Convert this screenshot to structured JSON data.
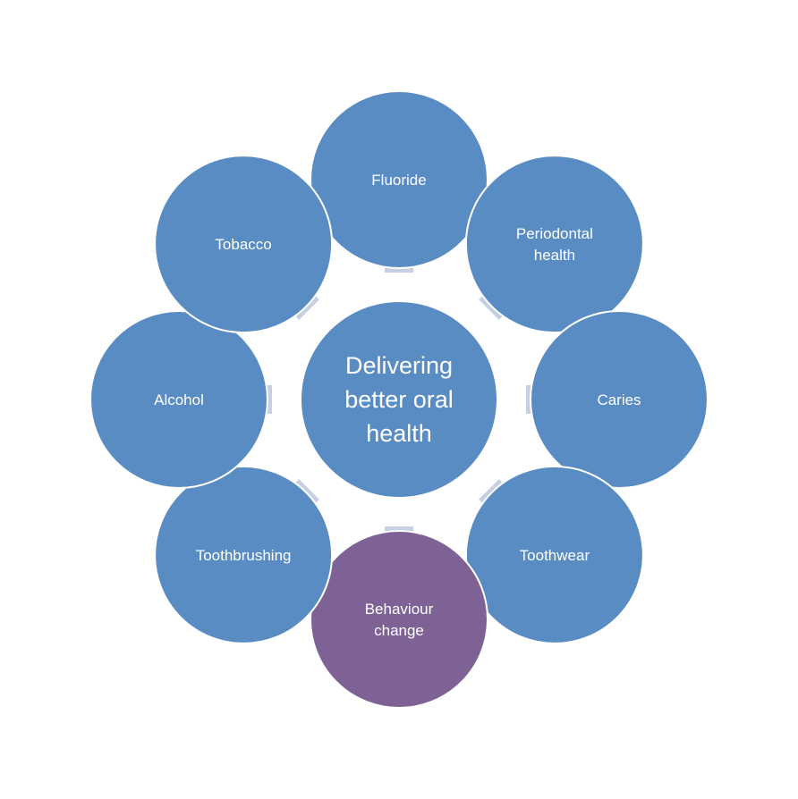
{
  "colors": {
    "node": "#5a8cc4",
    "highlight": "#7e6296",
    "arrow": "#c3cde0",
    "text": "#ffffff"
  },
  "center": {
    "lines": [
      "Delivering",
      "better oral",
      "health"
    ]
  },
  "nodes": [
    {
      "id": "fluoride",
      "lines": [
        "Fluoride"
      ],
      "highlight": false
    },
    {
      "id": "periodontal-health",
      "lines": [
        "Periodontal",
        "health"
      ],
      "highlight": false
    },
    {
      "id": "caries",
      "lines": [
        "Caries"
      ],
      "highlight": false
    },
    {
      "id": "toothwear",
      "lines": [
        "Toothwear"
      ],
      "highlight": false
    },
    {
      "id": "behaviour-change",
      "lines": [
        "Behaviour",
        "change"
      ],
      "highlight": true
    },
    {
      "id": "toothbrushing",
      "lines": [
        "Toothbrushing"
      ],
      "highlight": false
    },
    {
      "id": "alcohol",
      "lines": [
        "Alcohol"
      ],
      "highlight": false
    },
    {
      "id": "tobacco",
      "lines": [
        "Tobacco"
      ],
      "highlight": false
    }
  ]
}
